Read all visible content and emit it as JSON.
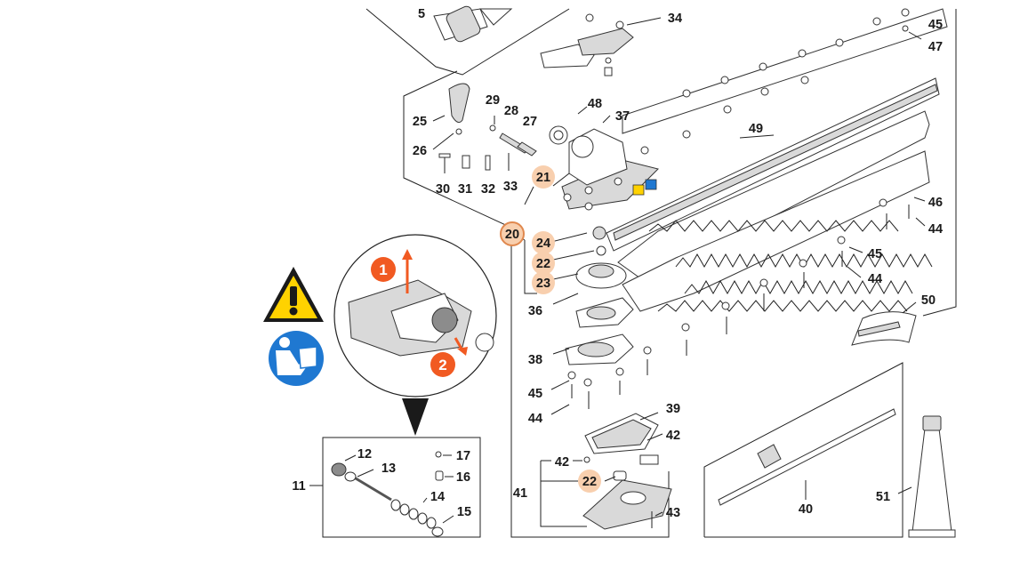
{
  "labels": {
    "l5": "5",
    "l34": "34",
    "l45a": "45",
    "l47": "47",
    "l25": "25",
    "l29": "29",
    "l28": "28",
    "l27": "27",
    "l48": "48",
    "l37": "37",
    "l49": "49",
    "l26": "26",
    "l30": "30",
    "l31": "31",
    "l32": "32",
    "l33": "33",
    "l21": "21",
    "l20": "20",
    "l24": "24",
    "l22a": "22",
    "l23": "23",
    "l36": "36",
    "l46": "46",
    "l44a": "44",
    "l45b": "45",
    "l44b": "44",
    "l50": "50",
    "l38": "38",
    "l45c": "45",
    "l44c": "44",
    "l39": "39",
    "l42a": "42",
    "l42b": "42",
    "l41": "41",
    "l22b": "22",
    "l43": "43",
    "l40": "40",
    "l51": "51",
    "l11": "11",
    "l12": "12",
    "l13": "13",
    "l14": "14",
    "l15": "15",
    "l16": "16",
    "l17": "17"
  },
  "steps": {
    "s1": "1",
    "s2": "2"
  },
  "colors": {
    "highlight": "#f8cfae",
    "highlight_ring": "#e0884e",
    "step_orange": "#f15a22",
    "warning_yellow": "#ffd200",
    "info_blue": "#1f78d1"
  },
  "icons": {
    "warning": "warning-triangle-icon",
    "manual": "read-manual-icon"
  }
}
